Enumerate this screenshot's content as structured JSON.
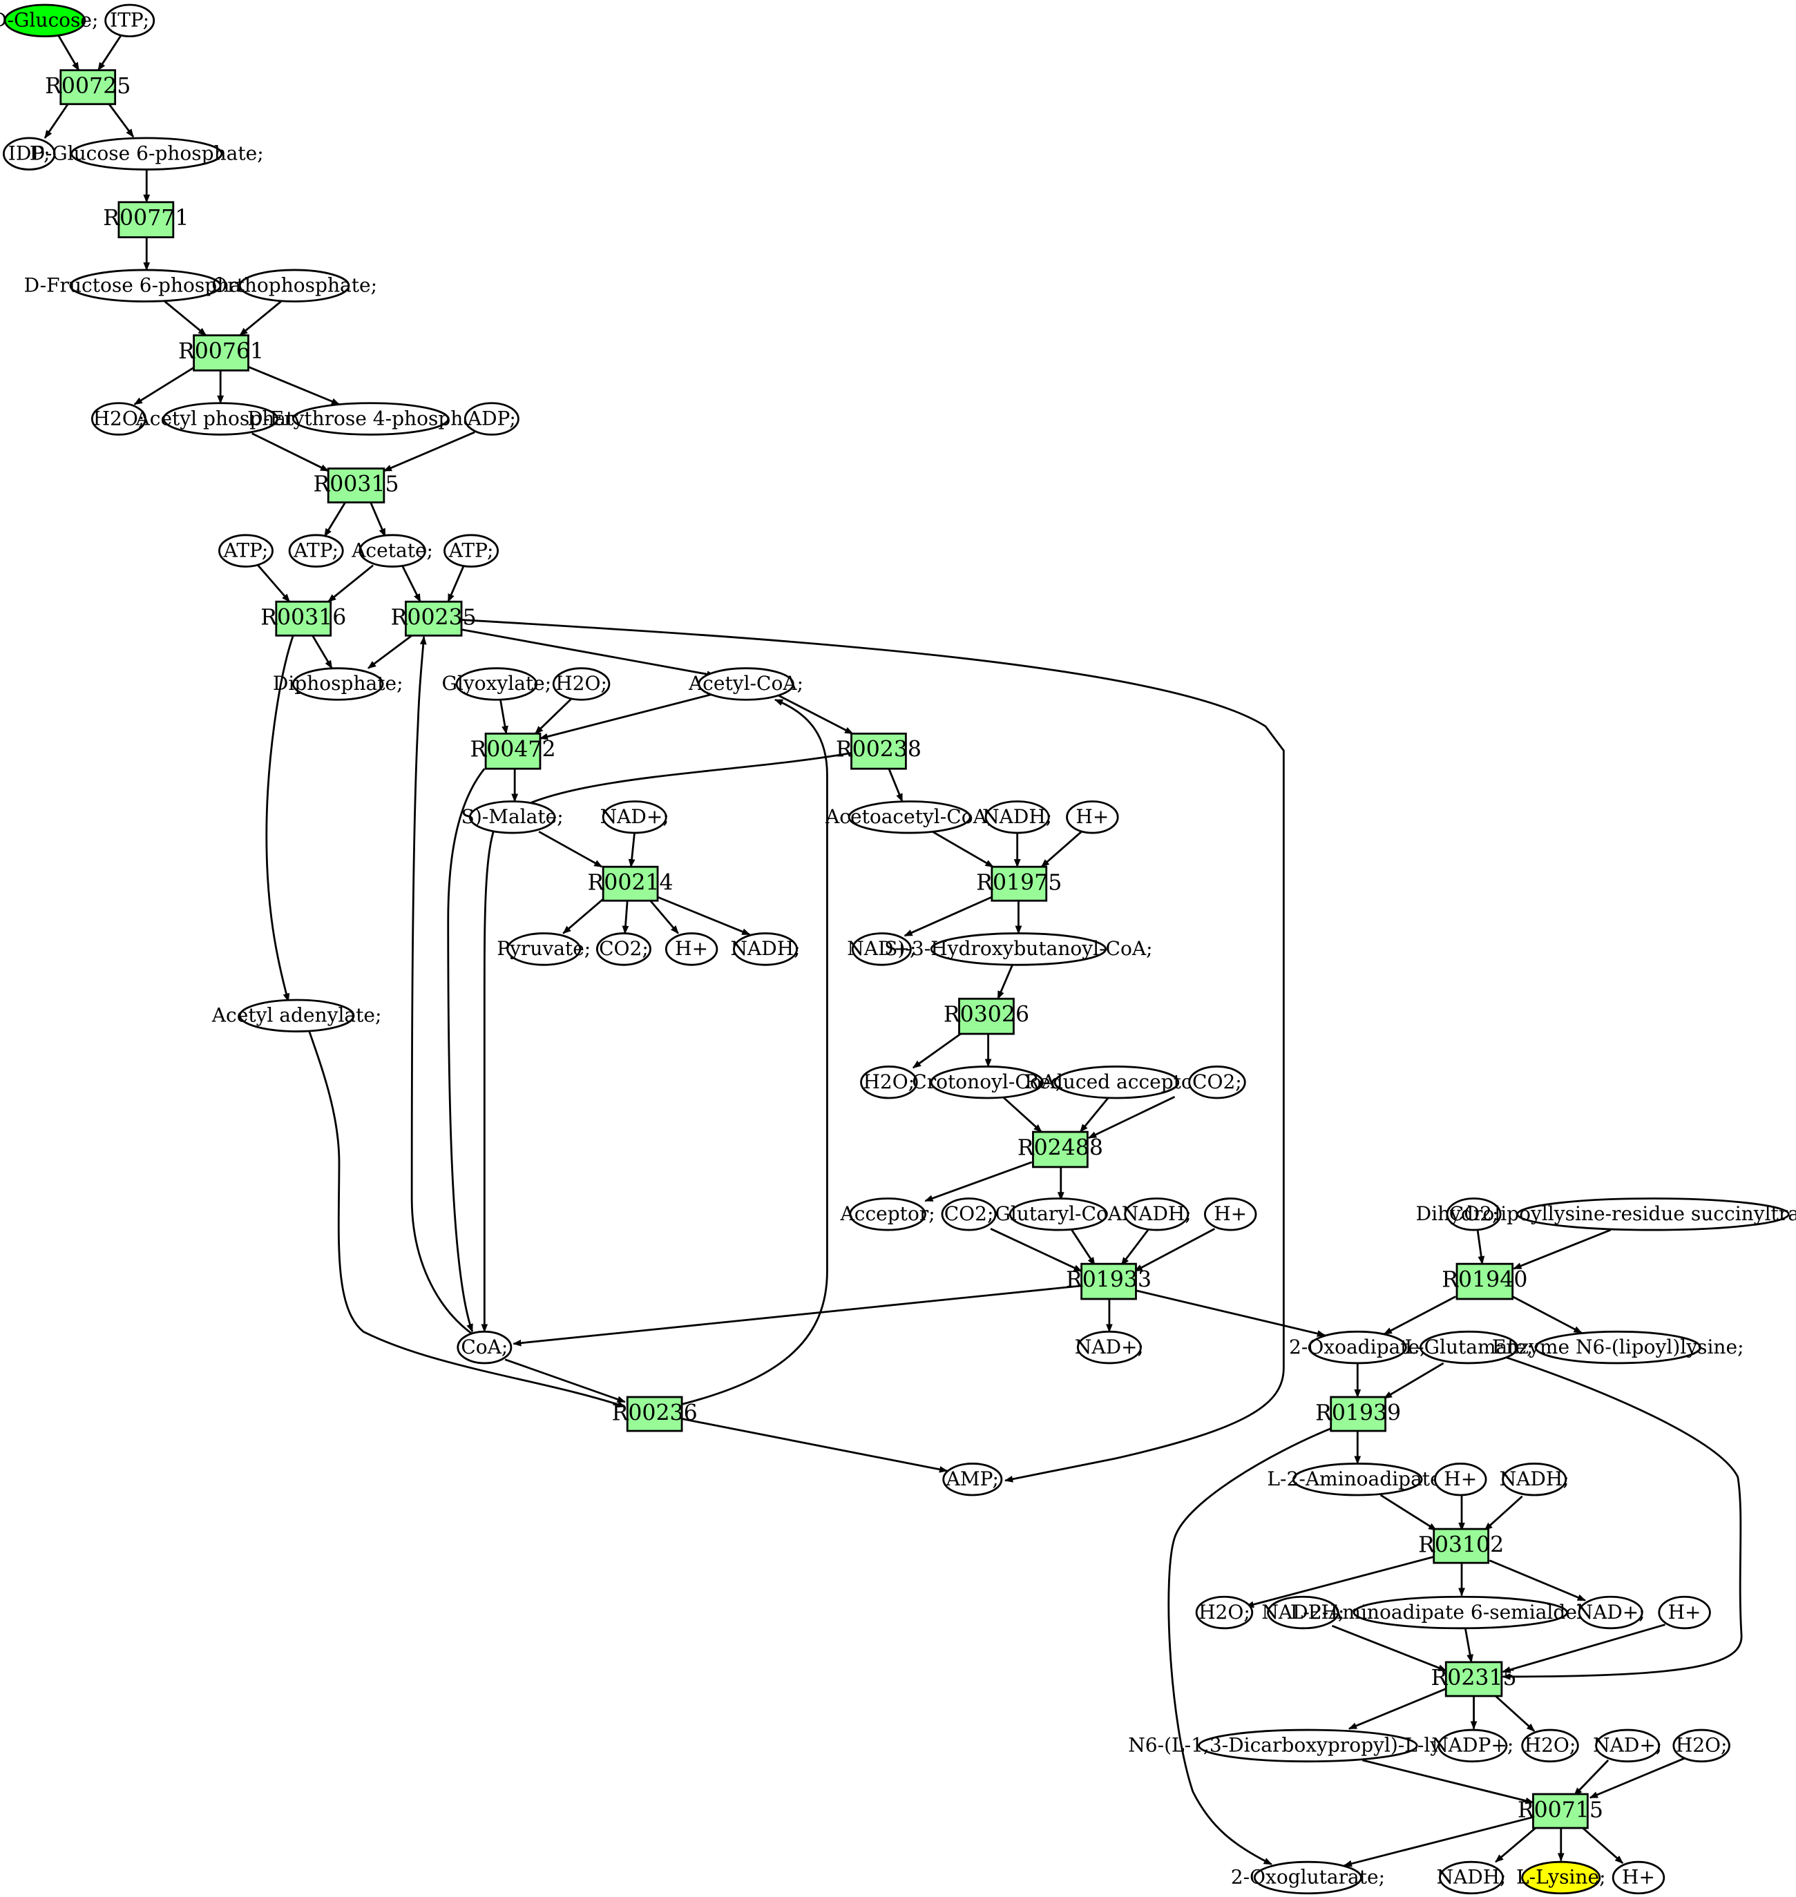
{
  "colors": {
    "reaction_fill": "#98FB98",
    "start_fill": "#00FF00",
    "end_fill": "#FFFF00",
    "compound_fill": "#FFFFFF",
    "stroke": "#000000"
  },
  "reactions": {
    "r00725": "R00725",
    "r00771": "R00771",
    "r00761": "R00761",
    "r00315": "R00315",
    "r00316": "R00316",
    "r00235": "R00235",
    "r00472": "R00472",
    "r00238": "R00238",
    "r00214": "R00214",
    "r01975": "R01975",
    "r03026": "R03026",
    "r02488": "R02488",
    "r01933": "R01933",
    "r01940": "R01940",
    "r01939": "R01939",
    "r00236": "R00236",
    "r03102": "R03102",
    "r02315": "R02315",
    "r00715": "R00715"
  },
  "compounds": {
    "d_glucose": "D-Glucose;",
    "itp": "ITP;",
    "idp": "IDP;",
    "g6p": "D-Glucose 6-phosphate;",
    "f6p": "D-Fructose 6-phosphate;",
    "orthophosphate": "Orthophosphate;",
    "h2o_1": "H2O;",
    "acetyl_phosphate": "Acetyl phosphate",
    "erythrose4p": "D-Erythrose 4-phosphate",
    "adp": "ADP;",
    "atp_1": "ATP;",
    "atp_2": "ATP;",
    "acetate": "Acetate;",
    "atp_3": "ATP;",
    "diphosphate": "Diphosphate;",
    "glyoxylate": "Glyoxylate;",
    "h2o_2": "H2O;",
    "acetyl_coa": "Acetyl-CoA;",
    "s_malate": "S)-Malate;",
    "nad_plus_1": "NAD+;",
    "acetoacetyl_coa": "Acetoacetyl-CoA;",
    "nadh_1": "NADH;",
    "h_plus_1": "H+",
    "pyruvate": "Pyruvate;",
    "co2_1": "CO2;",
    "h_plus_2": "H+",
    "nadh_2": "NADH;",
    "nad_plus_2": "NAD+;",
    "hydroxybutanoyl_coa": "S)-3-Hydroxybutanoyl-CoA;",
    "acetyl_adenylate": "Acetyl adenylate;",
    "h2o_3": "H2O;",
    "crotonoyl_coa": "Crotonoyl-CoA;",
    "reduced_acceptor": "Reduced acceptor;",
    "co2_2": "CO2;",
    "acceptor": "Acceptor;",
    "co2_3": "CO2;",
    "glutaryl_coa": "Glutaryl-CoA",
    "nadh_3": "NADH;",
    "h_plus_3": "H+",
    "co2_4": "CO2;",
    "dihydrolipoyllysine": "Dihydrolipoyllysine-residue succinyltransferase]",
    "coa": "CoA;",
    "nad_plus_3": "NAD+;",
    "oxoadipate": "2-Oxoadipate;",
    "l_glutamate": "L-Glutamate;",
    "enzyme_lipoyllysine": "Enzyme N6-(lipoyl)lysine;",
    "amp": "AMP;",
    "l_aminoadipate": "L-2-Aminoadipate;",
    "h_plus_4": "H+",
    "nadh_4": "NADH;",
    "h2o_4": "H2O;",
    "nadph": "NADPH;",
    "aminoadipate_semialdehyde": "L-2-Aminoadipate 6-semialdehyde;",
    "nad_plus_4": "NAD+;",
    "h_plus_5": "H+",
    "saccharopine": "N6-(L-1,3-Dicarboxypropyl)-L-lysine;",
    "nadp_plus": "NADP+;",
    "h2o_5": "H2O;",
    "nad_plus_5": "NAD+;",
    "h2o_6": "H2O;",
    "oxoglutarate": "2-Oxoglutarate;",
    "nadh_5": "NADH;",
    "l_lysine": "L-Lysine;",
    "h_plus_6": "H+"
  }
}
